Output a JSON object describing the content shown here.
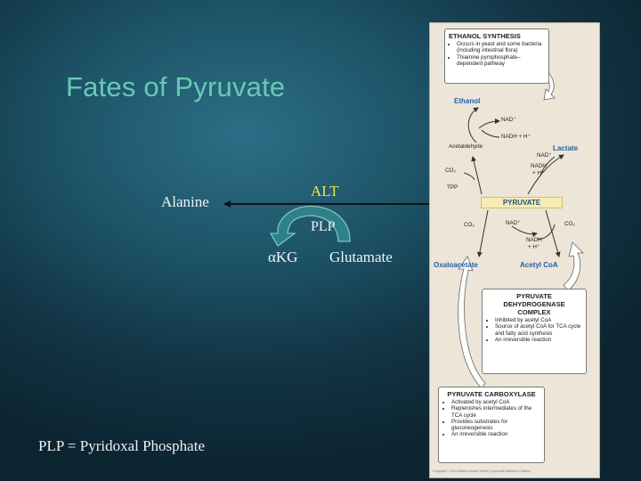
{
  "slide": {
    "title": "Fates of Pyruvate",
    "alanine": "Alanine",
    "alt": "ALT",
    "plp": "PLP",
    "akg": "αKG",
    "glutamate": "Glutamate",
    "footnote": "PLP = Pyridoxal Phosphate"
  },
  "figure": {
    "ethanol_box": {
      "title": "ETHANOL SYNTHESIS",
      "items": [
        "Occurs in yeast and some bacteria (including intestinal flora)",
        "Thiamine pyrophosphate– dependent pathway"
      ]
    },
    "ethanol": "Ethanol",
    "nad": "NAD⁺",
    "nadh_h": "NADH + H⁺",
    "acetaldehyde": "Acetaldehyde",
    "lactate": "Lactate",
    "nad2": "NAD⁺",
    "nadh_stack_1": "NADH",
    "nadh_stack_2": "+ H⁺",
    "co2_a": "CO₂",
    "tpp": "TPP",
    "pyruvate": "PYRUVATE",
    "co2_b": "CO₂",
    "nad3": "NAD⁺",
    "co2_c": "CO₂",
    "nadh_stack_3": "NADH",
    "nadh_stack_4": "+ H⁺",
    "oxaloacetate": "Oxaloacetate",
    "acetyl_coa": "Acetyl CoA",
    "pdh_box": {
      "title": "PYRUVATE DEHYDROGENASE COMPLEX",
      "items": [
        "Inhibited by acetyl CoA",
        "Source of acetyl CoA for TCA cycle and fatty acid synthesis",
        "An irreversible reaction"
      ]
    },
    "pc_box": {
      "title": "PYRUVATE CARBOXYLASE",
      "items": [
        "Activated by acetyl CoA",
        "Replenishes intermediates of the TCA cycle",
        "Provides substrates for gluconeogenesis",
        "An irreversible reaction"
      ]
    },
    "credit": "Copyright © 2011 Wolters Kluwer Health | Lippincott Williams & Wilkins"
  },
  "colors": {
    "title": "#69c9b4",
    "alt_label": "#f2e24a",
    "curved_arrow": "#2f7f86",
    "pathway_blue": "#1f5fa5",
    "figure_bg": "#ede5d8"
  }
}
